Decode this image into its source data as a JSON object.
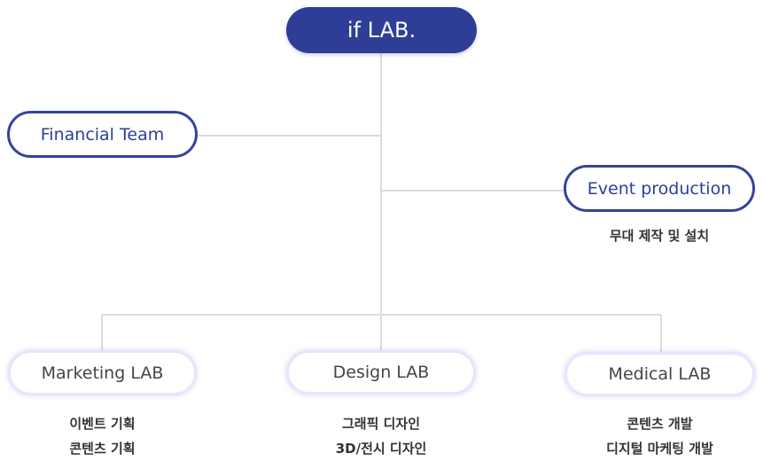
{
  "root": {
    "label": "if LAB."
  },
  "financial": {
    "label": "Financial Team"
  },
  "event": {
    "label": "Event production",
    "descriptions": [
      "무대 제작 및 설치"
    ]
  },
  "labs": [
    {
      "label": "Marketing LAB",
      "descriptions": [
        "이벤트 기획",
        "콘텐츠 기획"
      ]
    },
    {
      "label": "Design LAB",
      "descriptions": [
        "그래픽 디자인",
        "3D/전시 디자인"
      ]
    },
    {
      "label": "Medical LAB",
      "descriptions": [
        "콘텐츠 개발",
        "디지털 마케팅 개발"
      ]
    }
  ],
  "colors": {
    "primary": "#2e3e97",
    "border_dark": "#34449b",
    "border_light": "#e4e7fb",
    "connector": "#dcdcdc",
    "text": "#333333"
  }
}
